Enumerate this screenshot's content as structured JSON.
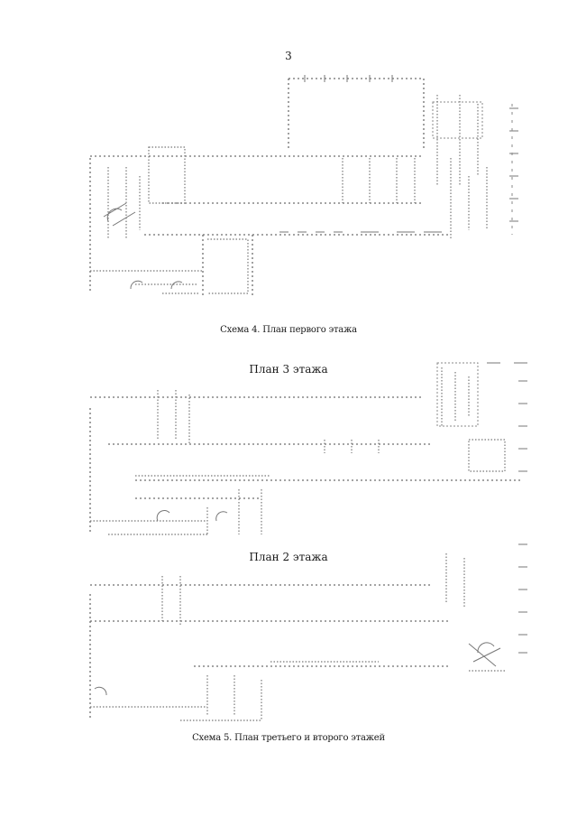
{
  "page": {
    "number": "3"
  },
  "plans": [
    {
      "caption": "Схема 4. План первого этажа"
    },
    {
      "heading": "План 3 этажа"
    },
    {
      "heading": "План 2 этажа",
      "caption": "Схема 5. План третьего и второго этажей"
    }
  ]
}
